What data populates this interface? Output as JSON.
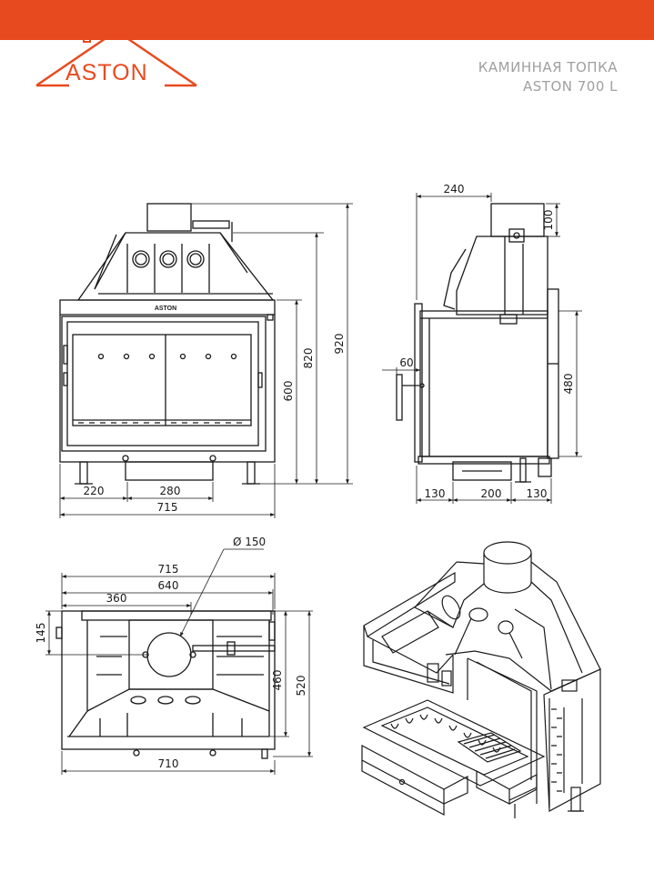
{
  "brand": {
    "name": "ASTON",
    "accent_color": "#e84a1f",
    "logo_icon": "house-roof-chimney-icon"
  },
  "title": {
    "line1": "КАМИННАЯ ТОПКА",
    "line2": "ASTON 700 L"
  },
  "views": {
    "front": {
      "door_mark": "ASTON",
      "dimensions": {
        "d220": "220",
        "d280": "280",
        "d715": "715",
        "d600": "600",
        "d820": "820",
        "d920": "920"
      }
    },
    "side": {
      "dimensions": {
        "d240": "240",
        "d100": "100",
        "d60": "60",
        "d480": "480",
        "d130a": "130",
        "d200": "200",
        "d130b": "130"
      }
    },
    "top": {
      "dimensions": {
        "d150": "Ø 150",
        "d715": "715",
        "d640": "640",
        "d360": "360",
        "d145": "145",
        "d460": "460",
        "d520": "520",
        "d710": "710"
      }
    },
    "isometric": {
      "icon": "fireplace-isometric-cutaway-icon"
    }
  }
}
